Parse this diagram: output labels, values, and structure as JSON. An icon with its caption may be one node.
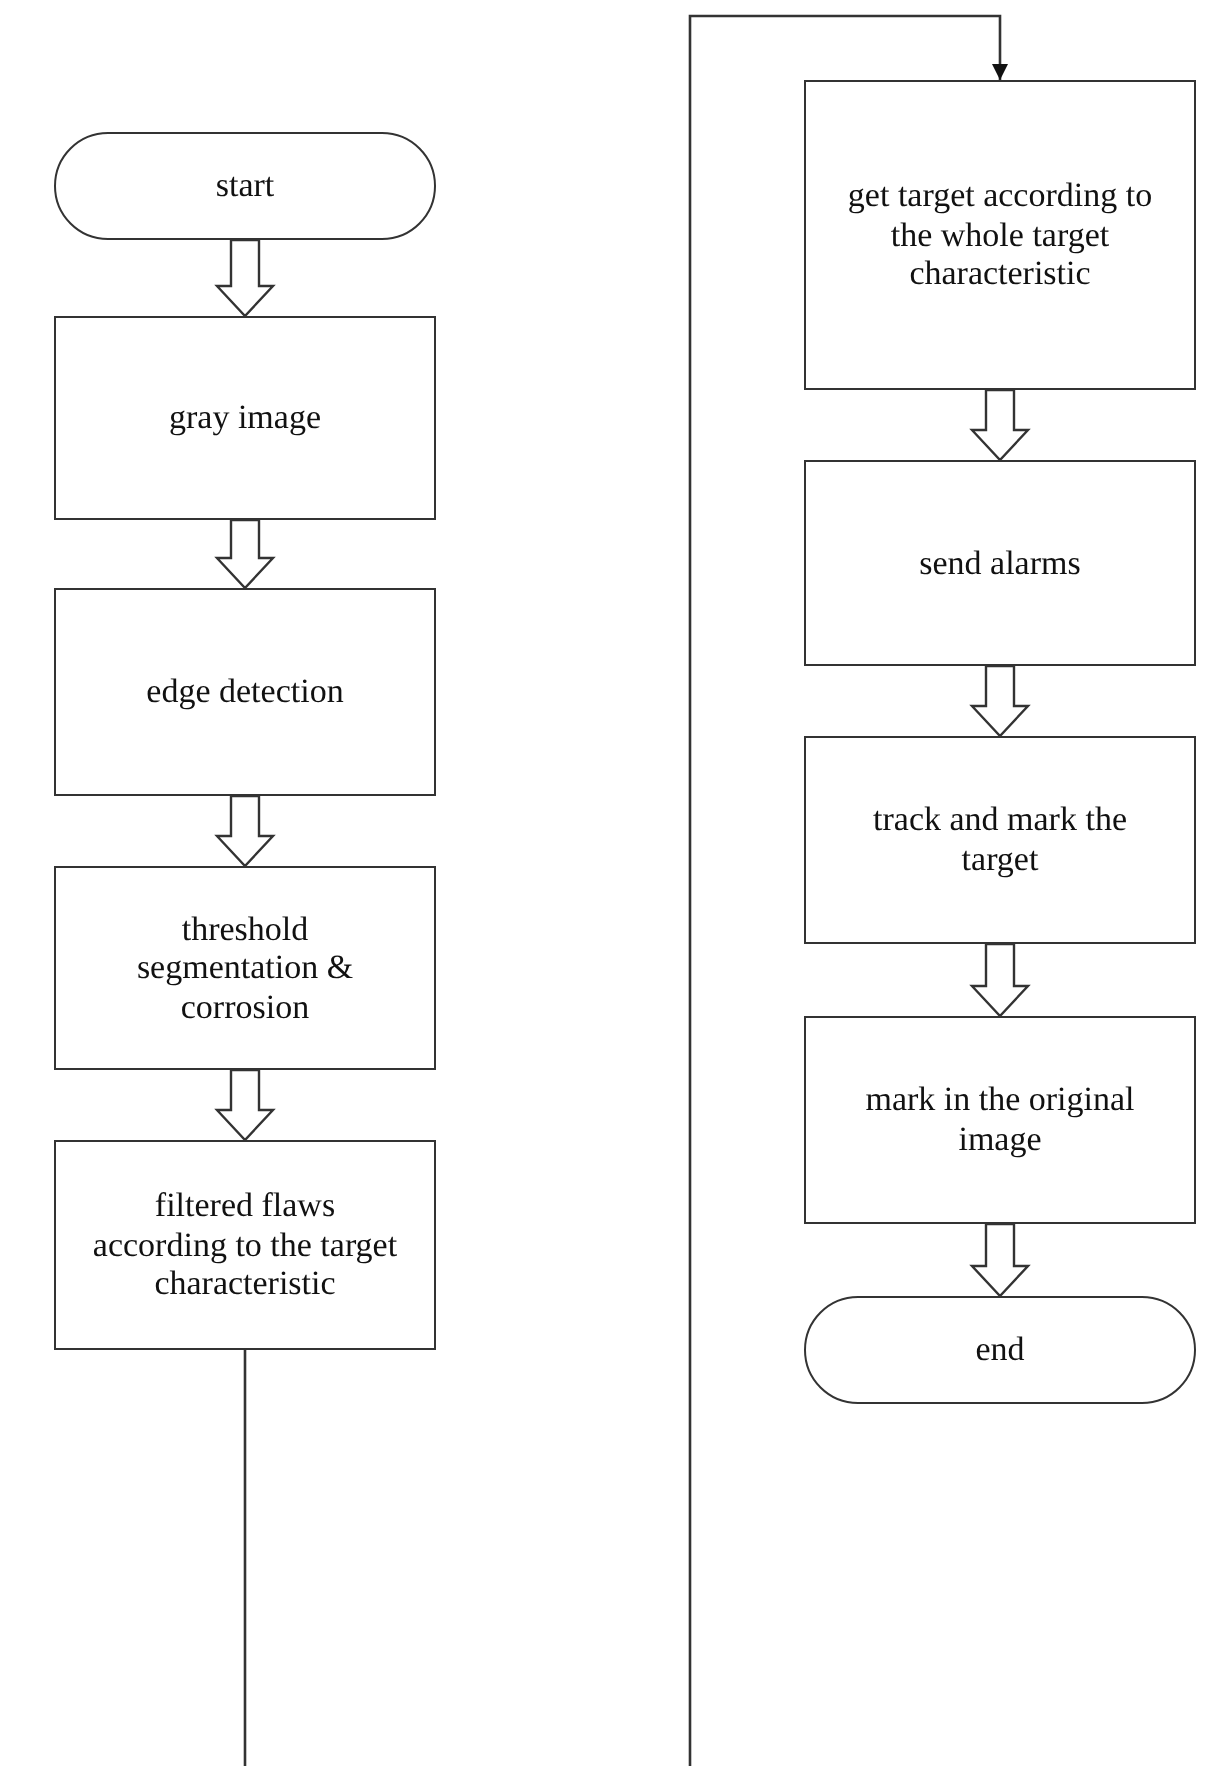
{
  "diagram": {
    "nodes": [
      {
        "text": [
          "start"
        ]
      },
      {
        "text": [
          "gray image"
        ]
      },
      {
        "text": [
          "edge detection"
        ]
      },
      {
        "text": [
          "threshold segmentation & corrosion"
        ]
      },
      {
        "text": [
          "filtered flaws according to the target characteristic"
        ]
      },
      {
        "text": [
          "get target according to the whole target characteristic"
        ]
      },
      {
        "text": [
          "send alarms"
        ]
      },
      {
        "text": [
          "track and mark the target"
        ]
      },
      {
        "text": [
          "mark in the original image"
        ]
      },
      {
        "text": [
          "end"
        ]
      }
    ],
    "edges": [
      {
        "from": 0,
        "to": 1,
        "arrow": "to",
        "style": "thick"
      },
      {
        "from": 1,
        "to": 2,
        "arrow": "to",
        "style": "thick"
      },
      {
        "from": 2,
        "to": 3,
        "arrow": "to",
        "style": "thick"
      },
      {
        "from": 3,
        "to": 4,
        "arrow": "to",
        "style": "thick"
      },
      {
        "from": 4,
        "to": null,
        "arrow": "none"
      },
      {
        "from": null,
        "to": 5,
        "arrow": "to"
      },
      {
        "from": 5,
        "to": 6,
        "arrow": "to",
        "style": "thick"
      },
      {
        "from": 6,
        "to": 7,
        "arrow": "to",
        "style": "thick"
      },
      {
        "from": 7,
        "to": 8,
        "arrow": "to",
        "style": "thick"
      },
      {
        "from": 8,
        "to": 9,
        "arrow": "to",
        "style": "thick"
      }
    ]
  }
}
